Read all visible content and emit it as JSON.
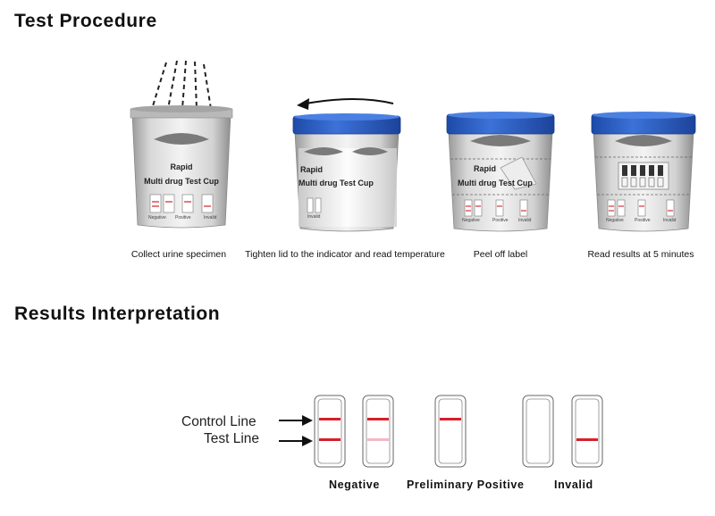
{
  "sections": {
    "procedure_title": "Test Procedure",
    "results_title": "Results Interpretation"
  },
  "steps": [
    {
      "caption": "Collect urine specimen",
      "cup_text_1": "Rapid",
      "cup_text_2": "Multi drug Test Cup",
      "strip_labels": [
        "Negative",
        "Positive",
        "Invalid"
      ]
    },
    {
      "caption": "Tighten lid to the indicator and read temperature",
      "cup_text_1": "Rapid",
      "cup_text_2": "Multi drug Test Cup",
      "strip_labels": [
        "Invalid"
      ]
    },
    {
      "caption": "Peel off label",
      "cup_text_1": "Rapid",
      "cup_text_2": "Multi drug Test Cup",
      "strip_labels": [
        "Negative",
        "Positive",
        "Invalid"
      ]
    },
    {
      "caption": "Read results at 5 minutes",
      "strip_labels": [
        "Negative",
        "Positive",
        "Invalid"
      ]
    }
  ],
  "results": {
    "control_line_label": "Control Line",
    "test_line_label": "Test Line",
    "groups": [
      "Negative",
      "Preliminary Positive",
      "Invalid"
    ]
  },
  "colors": {
    "lid_blue": "#2f62c8",
    "line_red": "#d6202a",
    "line_faint": "#f2b8c6",
    "cup_grey": "#d4d4d4"
  }
}
